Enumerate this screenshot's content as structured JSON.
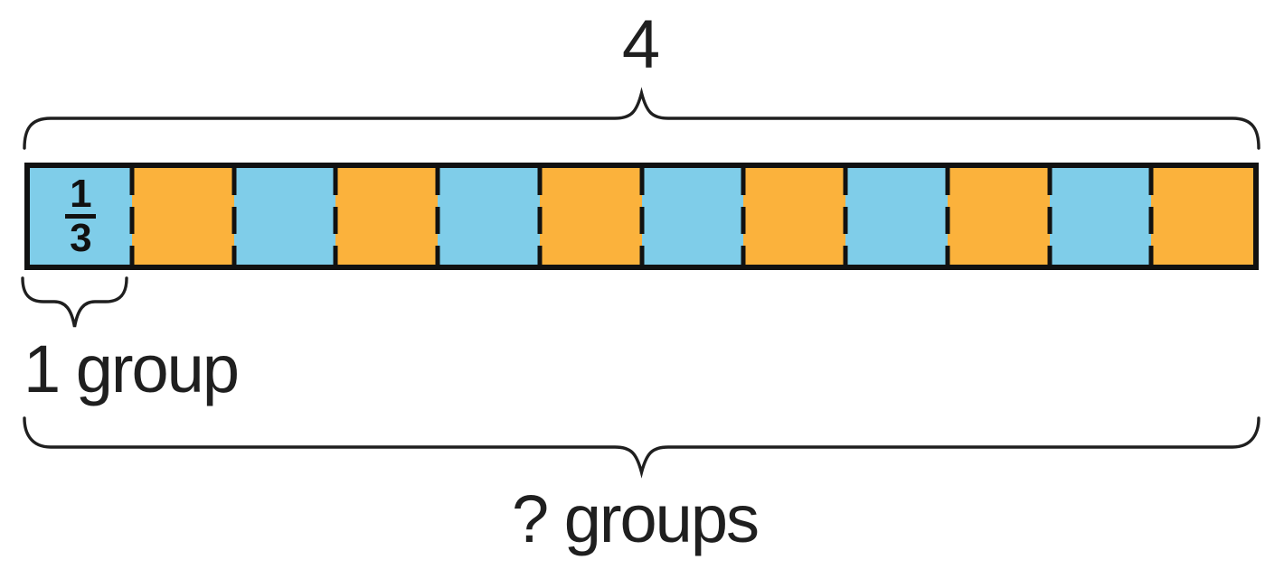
{
  "diagram": {
    "description": "Tape diagram showing 4 wholes partitioned into twelve 1/3-size parts",
    "labels": {
      "total": "4",
      "one_group": "1 group",
      "question_groups": "? groups"
    },
    "fraction": {
      "numerator": "1",
      "denominator": "3"
    },
    "bar": {
      "num_cells": 12,
      "cell_value": "1/3",
      "cells": [
        {
          "color": "blue",
          "fraction": true
        },
        {
          "color": "orange"
        },
        {
          "color": "blue"
        },
        {
          "color": "orange"
        },
        {
          "color": "blue"
        },
        {
          "color": "orange"
        },
        {
          "color": "blue"
        },
        {
          "color": "orange"
        },
        {
          "color": "blue"
        },
        {
          "color": "orange"
        },
        {
          "color": "blue"
        },
        {
          "color": "orange"
        }
      ]
    },
    "colors": {
      "blue": "#7fcde9",
      "orange": "#fbb23c",
      "stroke": "#111111",
      "text": "#1f1f1f",
      "background": "#ffffff"
    }
  }
}
